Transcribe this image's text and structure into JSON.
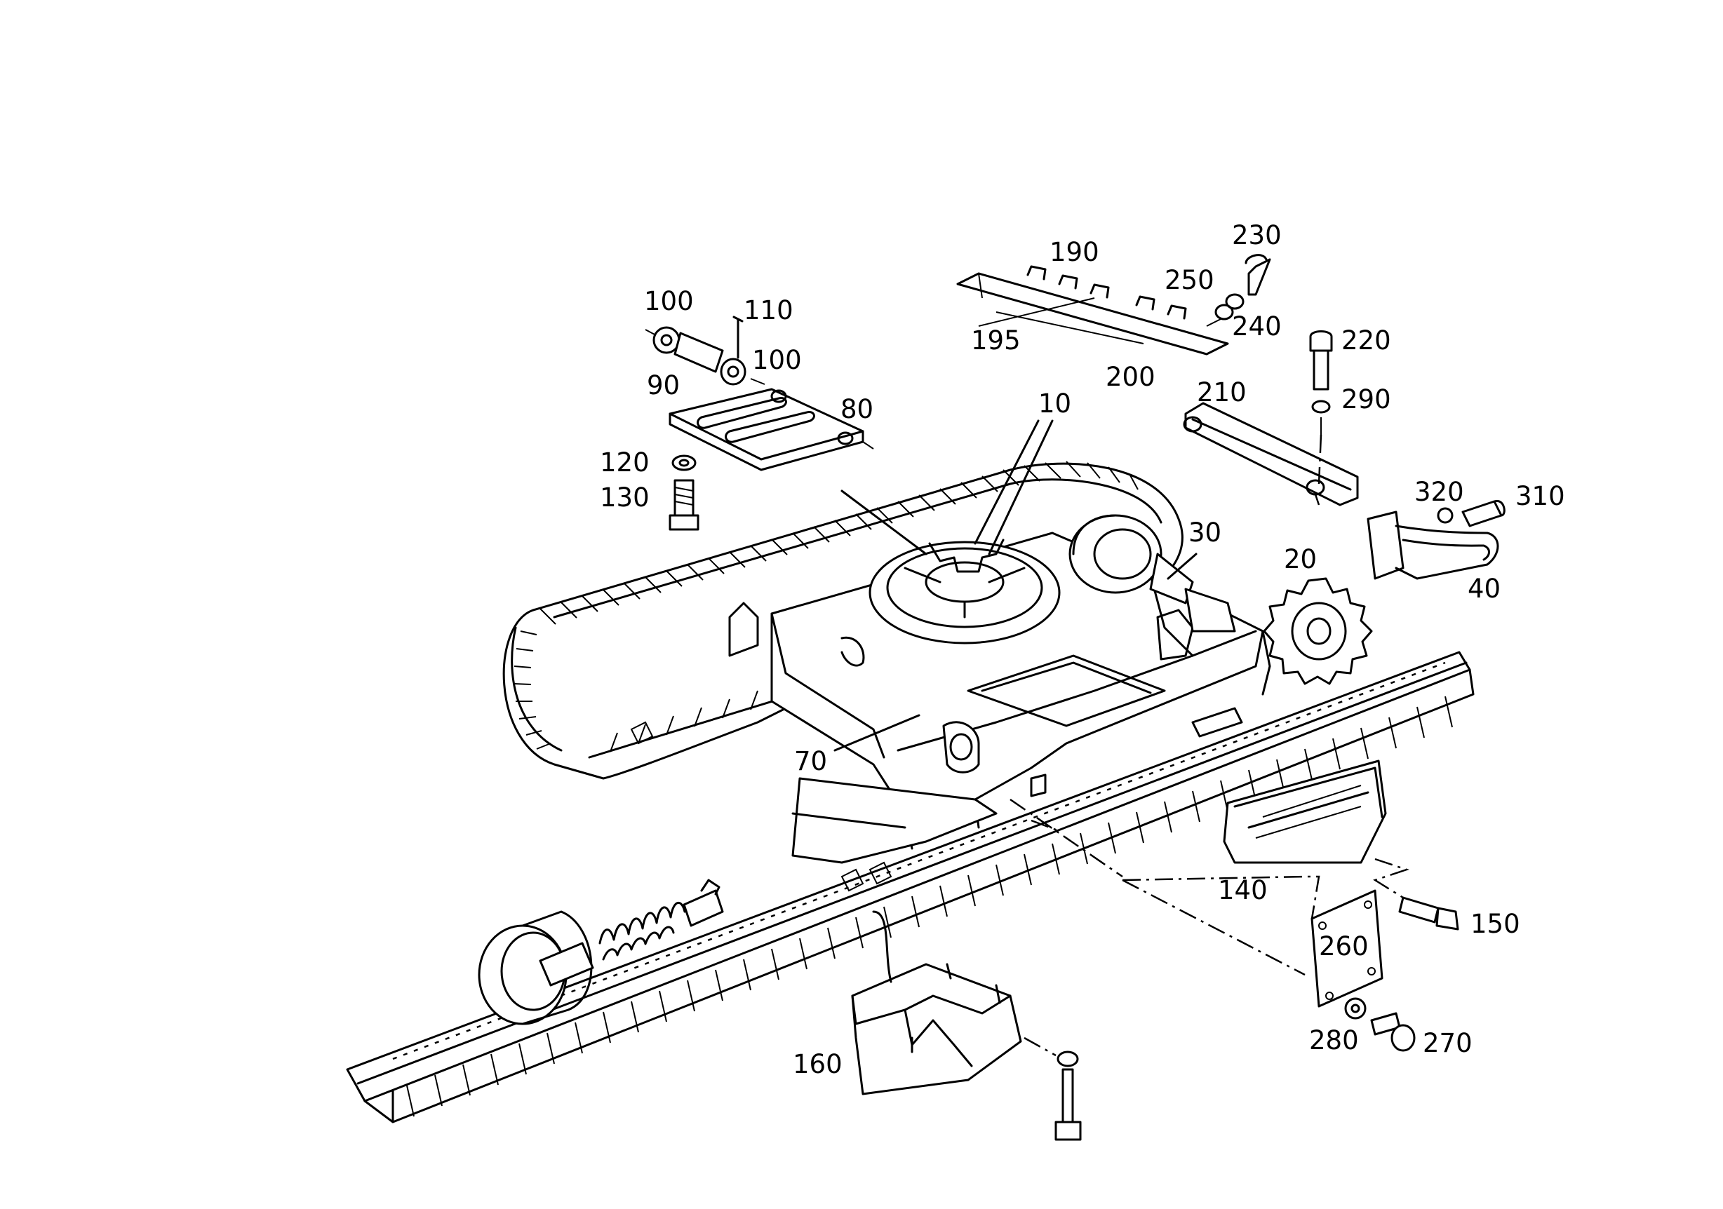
{
  "diagram": {
    "background": "#ffffff",
    "ink": "#000000",
    "callouts": [
      {
        "id": "c100a",
        "text": "100"
      },
      {
        "id": "c110",
        "text": "110"
      },
      {
        "id": "c100b",
        "text": "100"
      },
      {
        "id": "c90",
        "text": "90"
      },
      {
        "id": "c80",
        "text": "80"
      },
      {
        "id": "c120",
        "text": "120"
      },
      {
        "id": "c130",
        "text": "130"
      },
      {
        "id": "c190",
        "text": "190"
      },
      {
        "id": "c195",
        "text": "195"
      },
      {
        "id": "c200",
        "text": "200"
      },
      {
        "id": "c230",
        "text": "230"
      },
      {
        "id": "c250",
        "text": "250"
      },
      {
        "id": "c240",
        "text": "240"
      },
      {
        "id": "c220",
        "text": "220"
      },
      {
        "id": "c290",
        "text": "290"
      },
      {
        "id": "c210",
        "text": "210"
      },
      {
        "id": "c10",
        "text": "10"
      },
      {
        "id": "c30",
        "text": "30"
      },
      {
        "id": "c320",
        "text": "320"
      },
      {
        "id": "c310",
        "text": "310"
      },
      {
        "id": "c40",
        "text": "40"
      },
      {
        "id": "c20",
        "text": "20"
      },
      {
        "id": "c70",
        "text": "70"
      },
      {
        "id": "c140",
        "text": "140"
      },
      {
        "id": "c150",
        "text": "150"
      },
      {
        "id": "c260",
        "text": "260"
      },
      {
        "id": "c280",
        "text": "280"
      },
      {
        "id": "c270",
        "text": "270"
      },
      {
        "id": "c160",
        "text": "160"
      }
    ]
  }
}
